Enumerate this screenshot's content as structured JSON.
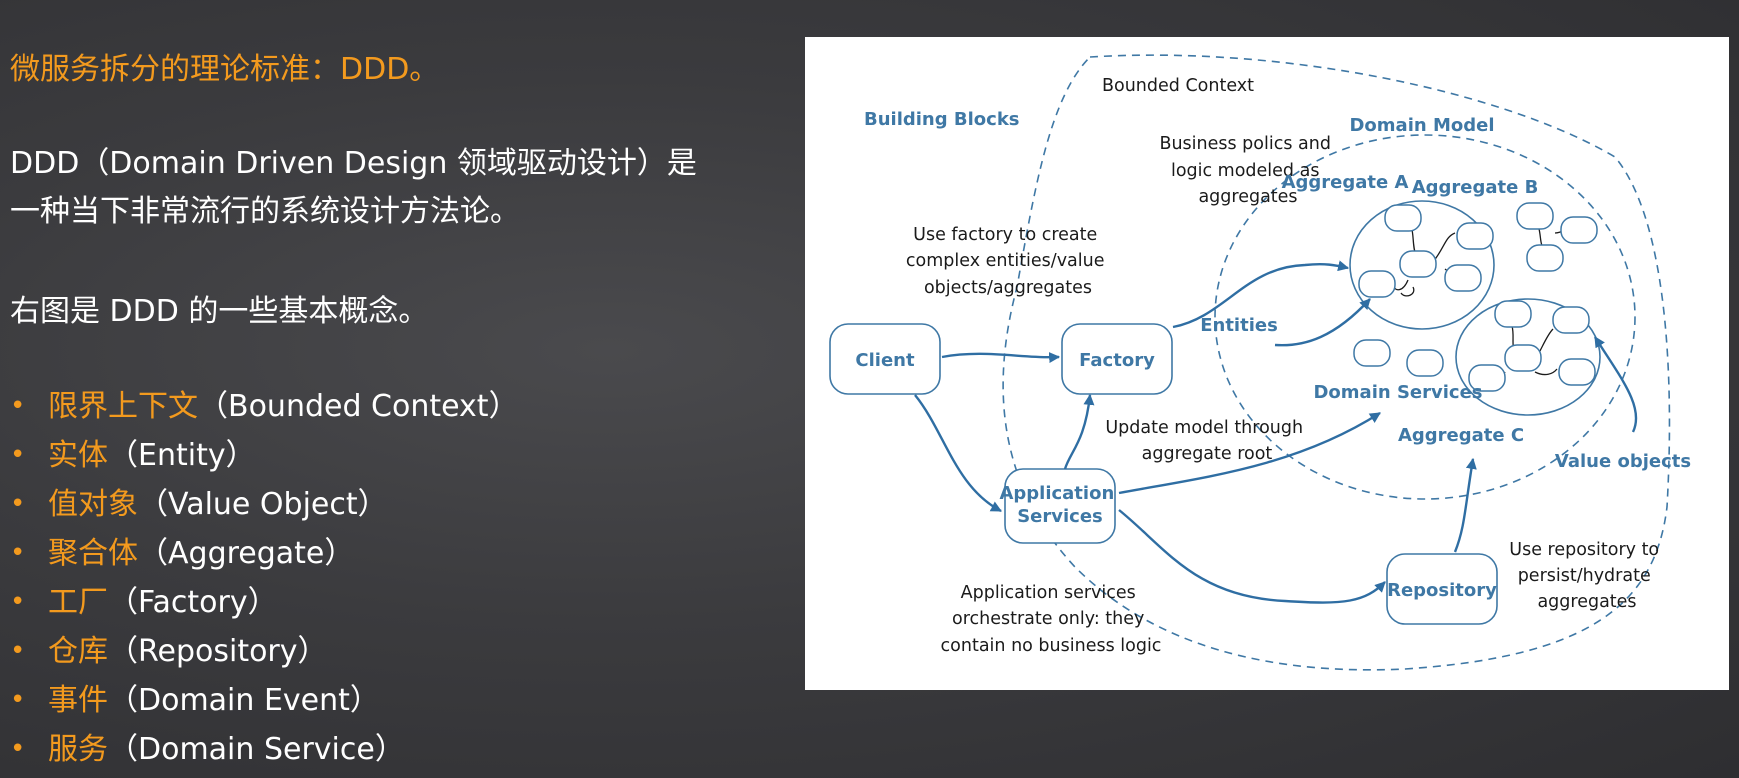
{
  "slide": {
    "title": "微服务拆分的理论标准：DDD。",
    "intro_line1": "DDD（Domain Driven Design 领域驱动设计）是",
    "intro_line2": "一种当下非常流行的系统设计方法论。",
    "note": "右图是 DDD 的一些基本概念。",
    "concepts": [
      {
        "zh": "限界上下文",
        "en": "（Bounded Context）"
      },
      {
        "zh": "实体",
        "en": "（Entity）"
      },
      {
        "zh": "值对象",
        "en": "（Value Object）"
      },
      {
        "zh": "聚合体",
        "en": "（Aggregate）"
      },
      {
        "zh": "工厂",
        "en": "（Factory）"
      },
      {
        "zh": "仓库",
        "en": "（Repository）"
      },
      {
        "zh": "事件",
        "en": "（Domain Event）"
      },
      {
        "zh": "服务",
        "en": "（Domain Service）"
      }
    ],
    "bullet_glyph": "•",
    "colors": {
      "accent": "#f39a1e",
      "text": "#ffffff",
      "diagram_blue": "#3f78a5"
    }
  },
  "diagram": {
    "bounded_context": "Bounded Context",
    "building_blocks": "Building Blocks",
    "domain_model": "Domain Model",
    "business_policy": [
      "Business polics and",
      "logic modeled as",
      "aggregates"
    ],
    "factory_note": [
      "Use factory to create",
      "complex entities/value",
      "objects/aggregates"
    ],
    "aggregate_a": "Aggregate A",
    "aggregate_b": "Aggregate B",
    "aggregate_c": "Aggregate C",
    "entities": "Entities",
    "client": "Client",
    "factory": "Factory",
    "domain_services": "Domain Services",
    "update_note": [
      "Update model through",
      "aggregate root"
    ],
    "value_objects": "Value objects",
    "app_services": [
      "Application",
      "Services"
    ],
    "repository_note": [
      "Use repository to",
      "persist/hydrate",
      "aggregates"
    ],
    "repository": "Repository",
    "app_note": [
      "Application services",
      "orchestrate only: they",
      "contain no business logic"
    ]
  }
}
